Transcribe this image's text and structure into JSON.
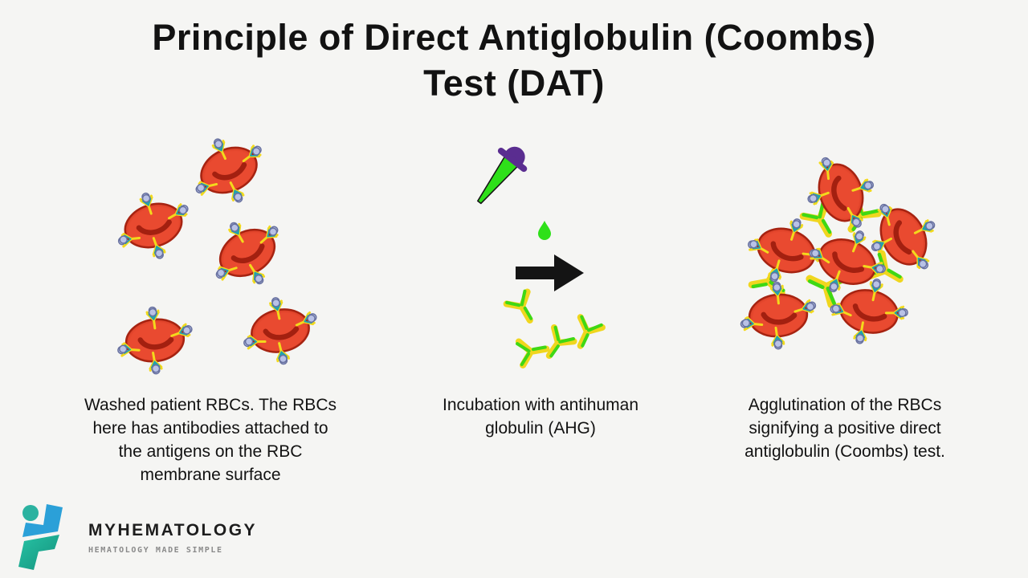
{
  "title": "Principle of Direct Antiglobulin (Coombs)\nTest (DAT)",
  "panels": [
    {
      "id": "washed-rbcs",
      "caption": "Washed patient RBCs. The RBCs\nhere has antibodies attached to\nthe antigens on the RBC\nmembrane surface"
    },
    {
      "id": "incubation-ahg",
      "caption": "Incubation with antihuman\nglobulin (AHG)"
    },
    {
      "id": "agglutination",
      "caption": "Agglutination of the RBCs\nsignifying a positive direct\nantiglobulin (Coombs) test."
    }
  ],
  "logo": {
    "name": "MYHEMATOLOGY",
    "tagline": "HEMATOLOGY MADE SIMPLE"
  },
  "colors": {
    "background": "#f5f5f3",
    "text_dark": "#121212",
    "rbc_light": "#e94a30",
    "rbc_edge": "#c22d16",
    "rbc_stroke": "#a62311",
    "rbc_crescent": "#a32010",
    "antibody_yellow": "#f3d91c",
    "antibody_teal": "#1f9fb0",
    "antigen_fill": "#b9c2e6",
    "antigen_stroke": "#68719f",
    "ahg_yellow": "#f0d61e",
    "ahg_green": "#3fd814",
    "dropper_purple": "#5a2d90",
    "dropper_green": "#2ee019",
    "arrow_black": "#141414",
    "logo_blue": "#2ba0d8",
    "logo_teal_circle": "#2bb2a0",
    "logo_teal_light": "#27c4a5",
    "logo_teal_dark": "#14907c",
    "brand_text": "#1d1d1d",
    "tagline_gray": "#8a8a8a"
  }
}
